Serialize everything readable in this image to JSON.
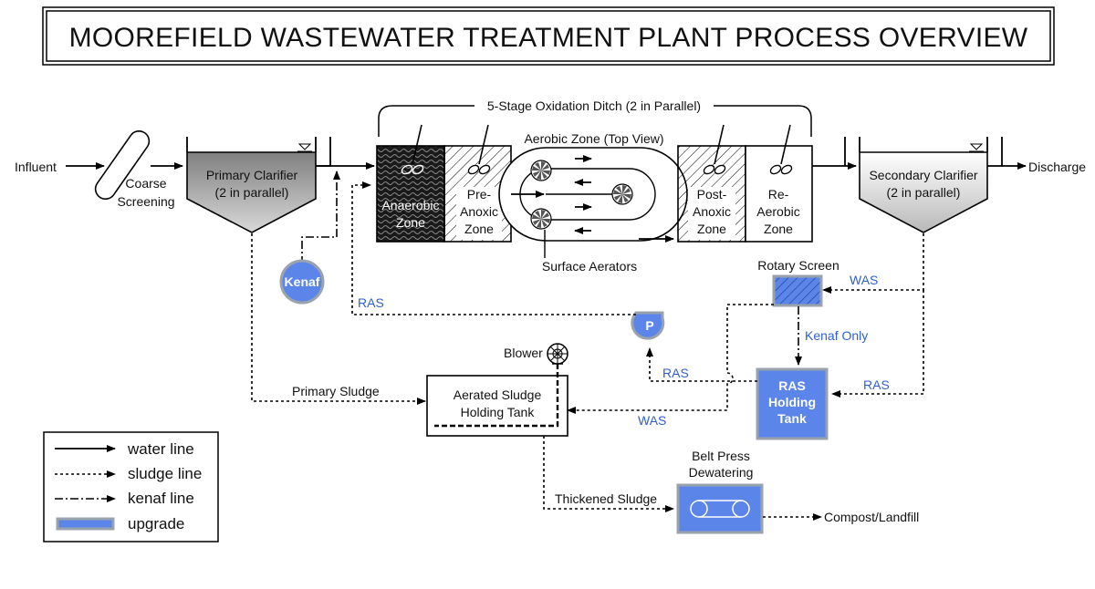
{
  "title": "MOOREFIELD WASTEWATER TREATMENT PLANT PROCESS OVERVIEW",
  "labels": {
    "influent": "Influent",
    "coarse_screening": [
      "Coarse",
      "Screening"
    ],
    "primary_clarifier": [
      "Primary Clarifier",
      "(2 in parallel)"
    ],
    "kenaf": "Kenaf",
    "ditch_title": "5-Stage Oxidation Ditch (2 in Parallel)",
    "anaerobic": [
      "Anaerobic",
      "Zone"
    ],
    "pre_anoxic": [
      "Pre-",
      "Anoxic",
      "Zone"
    ],
    "aerobic_top_view": "Aerobic Zone (Top View)",
    "surface_aerators": "Surface Aerators",
    "post_anoxic": [
      "Post-",
      "Anoxic",
      "Zone"
    ],
    "re_aerobic": [
      "Re-",
      "Aerobic",
      "Zone"
    ],
    "secondary_clarifier": [
      "Secondary Clarifier",
      "(2 in parallel)"
    ],
    "discharge": "Discharge",
    "rotary_screen": "Rotary Screen",
    "was_top": "WAS",
    "kenaf_only": "Kenaf Only",
    "ras_top": "RAS",
    "pump": "P",
    "ras_pump": "RAS",
    "ras_right": "RAS",
    "ras_holding_tank": [
      "RAS",
      "Holding",
      "Tank"
    ],
    "was_bottom": "WAS",
    "blower": "Blower",
    "aerated_tank": [
      "Aerated Sludge",
      "Holding Tank"
    ],
    "primary_sludge": "Primary Sludge",
    "thickened_sludge": "Thickened Sludge",
    "belt_press": [
      "Belt Press",
      "Dewatering"
    ],
    "compost": "Compost/Landfill"
  },
  "legend": [
    {
      "style": "solid",
      "label": "water line"
    },
    {
      "style": "dotted",
      "label": "sludge line"
    },
    {
      "style": "dashdot",
      "label": "kenaf line"
    },
    {
      "style": "upgrade",
      "label": "upgrade"
    }
  ],
  "colors": {
    "upgrade_fill": "#5b85e8",
    "upgrade_border": "#9aa3ad",
    "stream_label_blue": "#2f5fd0",
    "clarifier_gradient_dark": "#8a8a8a",
    "clarifier_gradient_light": "#ffffff"
  }
}
